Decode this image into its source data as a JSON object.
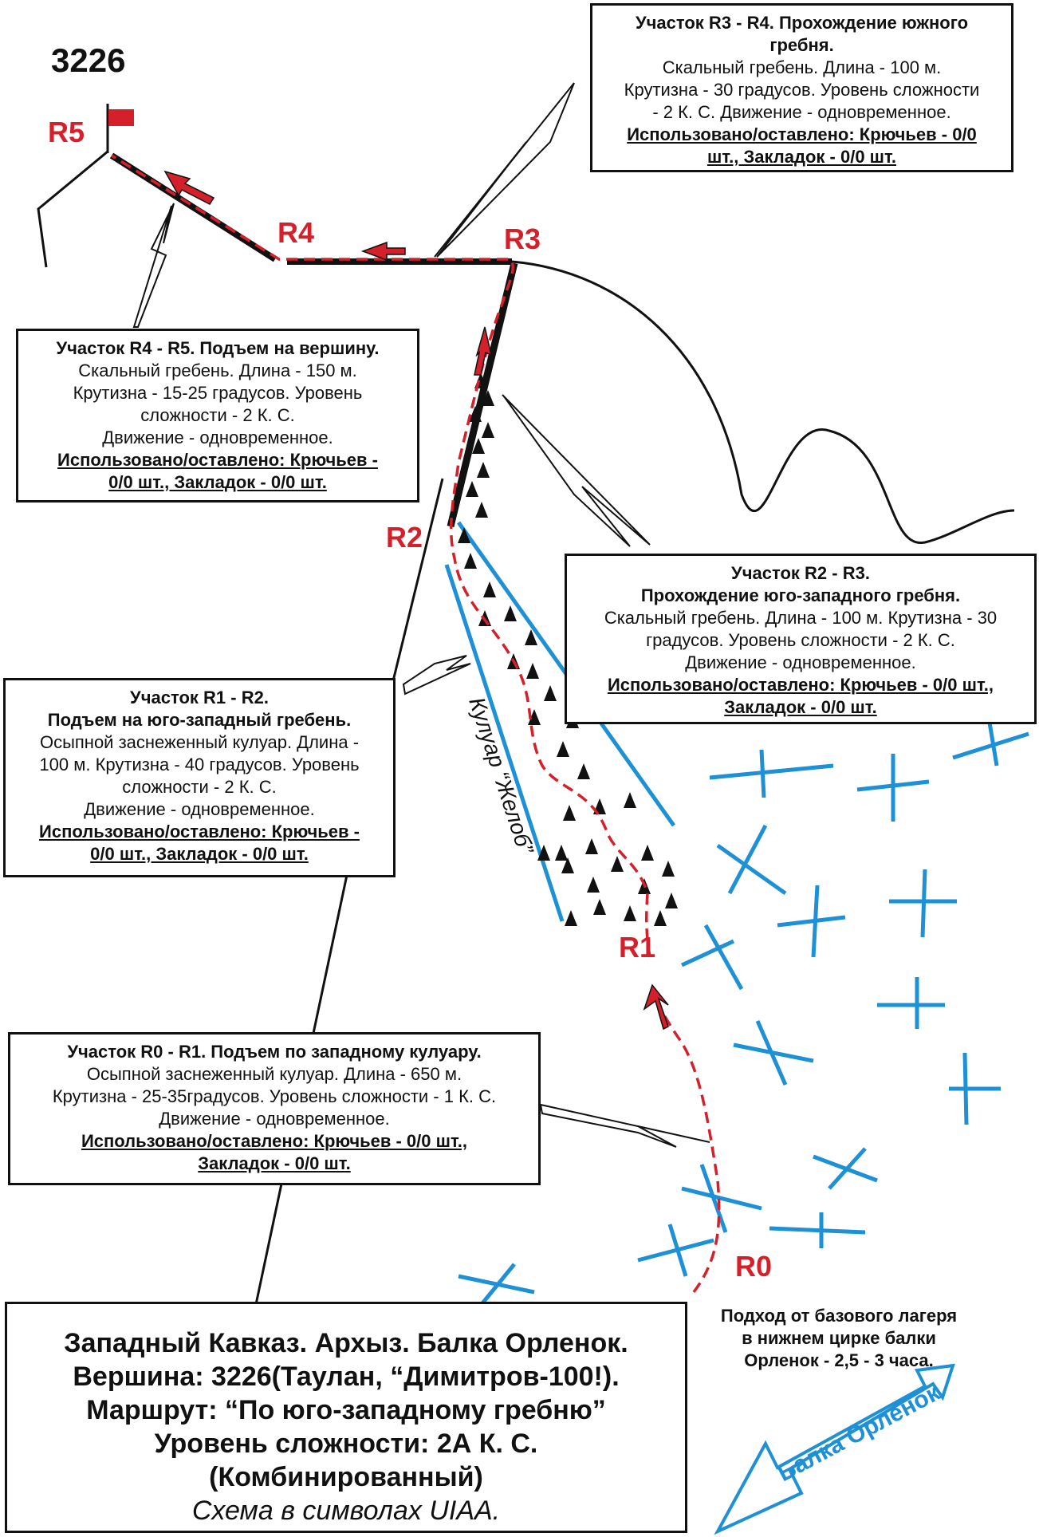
{
  "peak_number": "3226",
  "points": {
    "r0": "R0",
    "r1": "R1",
    "r2": "R2",
    "r3": "R3",
    "r4": "R4",
    "r5": "R5"
  },
  "couloir_label": "Кулуар “Желоб”",
  "valley_label": "Балка Орленок",
  "approach": {
    "line1": "Подход от базового лагеря",
    "line2": "в нижнем цирке балки",
    "line3": "Орленок - 2,5 - 3 часа."
  },
  "sections": {
    "r3r4": {
      "l1": "Участок R3 - R4. Прохождение южного",
      "l2": "гребня.",
      "l3": "Скальный гребень.  Длина - 100 м.",
      "l4": "Крутизна - 30 градусов. Уровень сложности",
      "l5": "- 2 К. С. Движение - одновременное.",
      "l6": "Использовано/оставлено: Крючьев - 0/0",
      "l7": "шт., Закладок - 0/0 шт."
    },
    "r4r5": {
      "l1": "Участок R4 - R5. Подъем на вершину.",
      "l2": "Скальный гребень.  Длина - 150 м.",
      "l3": "Крутизна - 15-25 градусов. Уровень",
      "l4": "сложности - 2 К. С.",
      "l5": "Движение - одновременное.",
      "l6": "Использовано/оставлено: Крючьев -",
      "l7": "0/0 шт., Закладок - 0/0 шт."
    },
    "r2r3": {
      "l1": "Участок R2 - R3.",
      "l2": "Прохождение юго-западного гребня.",
      "l3": "Скальный гребень.  Длина - 100 м. Крутизна - 30",
      "l4": "градусов. Уровень сложности - 2 К. С.",
      "l5": "Движение - одновременное.",
      "l6": "Использовано/оставлено: Крючьев - 0/0 шт.,",
      "l7": "Закладок - 0/0 шт."
    },
    "r1r2": {
      "l1": "Участок R1 - R2.",
      "l2": "Подъем на юго-западный гребень.",
      "l3": "Осыпной заснеженный кулуар.  Длина -",
      "l4": "100 м. Крутизна - 40 градусов. Уровень",
      "l5": "сложности - 2 К. С.",
      "l6": "Движение - одновременное.",
      "l7": "Использовано/оставлено: Крючьев -",
      "l8": "0/0 шт., Закладок - 0/0 шт."
    },
    "r0r1": {
      "l1": "Участок R0 - R1. Подъем по западному кулуару.",
      "l2": "Осыпной заснеженный кулуар.  Длина - 650 м.",
      "l3": "Крутизна - 25-35градусов. Уровень сложности - 1 К. С.",
      "l4": "Движение - одновременное.",
      "l5": "Использовано/оставлено: Крючьев - 0/0 шт.,",
      "l6": "Закладок - 0/0 шт."
    }
  },
  "title": {
    "l1": "Западный Кавказ. Архыз. Балка Орленок.",
    "l2": "Вершина: 3226(Таулан, “Димитров-100!).",
    "l3": "Маршрут: “По юго-западному гребню”",
    "l4": "Уровень сложности: 2А К. С.",
    "l5": "(Комбинированный)",
    "l6": "Схема в символах UIAA."
  },
  "colors": {
    "route": "#d4202a",
    "couloir": "#1e90d6",
    "ink": "#111111"
  }
}
